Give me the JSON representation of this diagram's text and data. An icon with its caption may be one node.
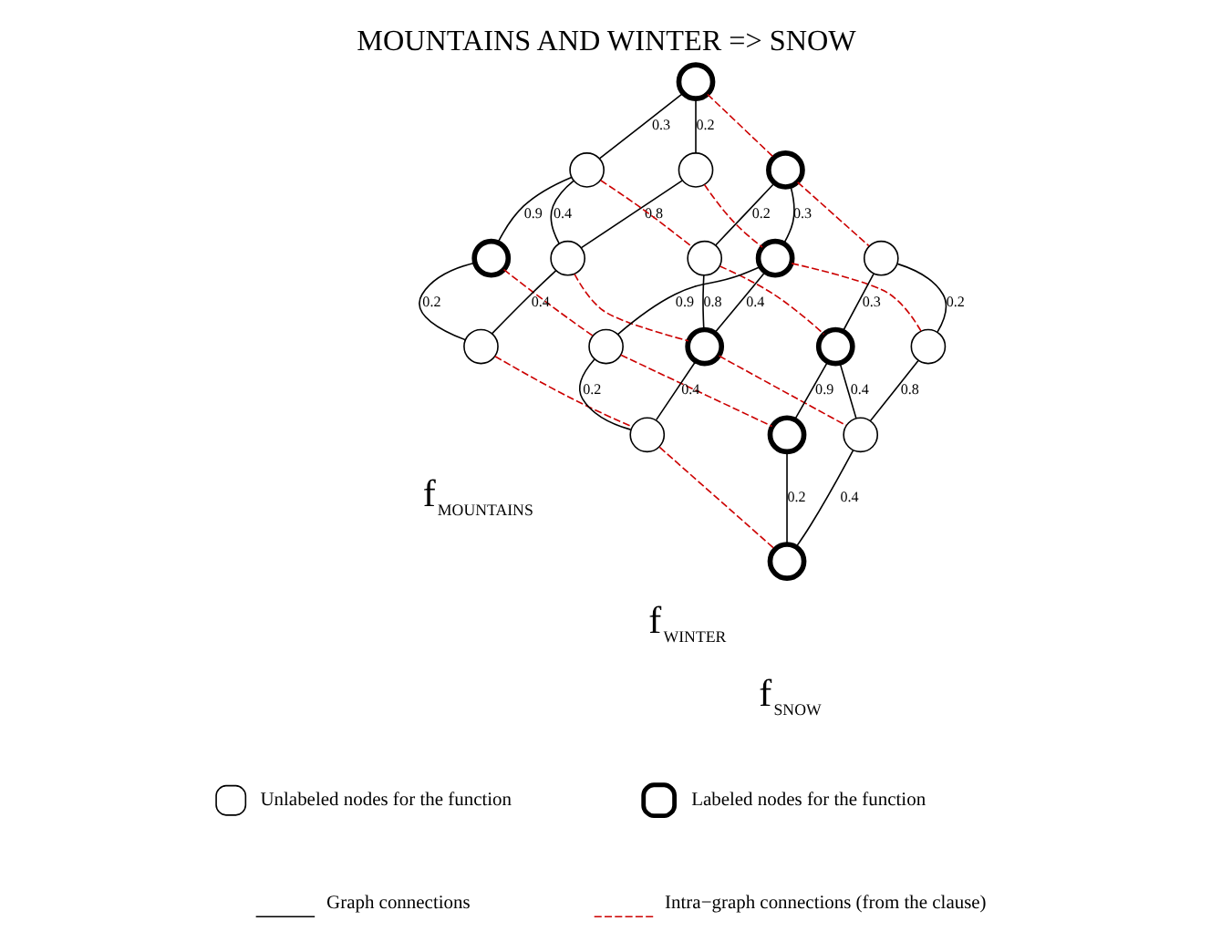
{
  "diagram": {
    "title": "MOUNTAINS AND WINTER => SNOW",
    "nodes": [
      {
        "text": [],
        "shape": "circle"
      },
      {
        "text": [],
        "shape": "circle"
      },
      {
        "text": [],
        "shape": "circle"
      },
      {
        "text": [],
        "shape": "circle"
      },
      {
        "text": [],
        "shape": "circle"
      },
      {
        "text": [],
        "shape": "circle"
      },
      {
        "text": [],
        "shape": "circle"
      },
      {
        "text": [],
        "shape": "circle"
      },
      {
        "text": [],
        "shape": "circle"
      },
      {
        "text": [],
        "shape": "circle"
      },
      {
        "text": [],
        "shape": "circle"
      },
      {
        "text": [],
        "shape": "circle"
      },
      {
        "text": [],
        "shape": "circle"
      },
      {
        "text": [],
        "shape": "circle"
      },
      {
        "text": [],
        "shape": "circle"
      },
      {
        "text": [],
        "shape": "circle"
      },
      {
        "text": [],
        "shape": "circle"
      },
      {
        "text": [],
        "shape": "circle"
      }
    ],
    "edges": [
      {
        "from": 0,
        "to": 1,
        "arrow": "none",
        "label": "0.2"
      },
      {
        "from": 0,
        "to": 2,
        "arrow": "none",
        "label": "0.3"
      },
      {
        "from": 1,
        "to": 4,
        "arrow": "none",
        "label": "0.8"
      },
      {
        "from": 2,
        "to": 4,
        "arrow": "none",
        "label": "0.4"
      },
      {
        "from": 2,
        "to": 3,
        "arrow": "none",
        "label": "0.9"
      },
      {
        "from": 3,
        "to": 5,
        "arrow": "none",
        "label": "0.2"
      },
      {
        "from": 4,
        "to": 5,
        "arrow": "none",
        "label": "0.4"
      },
      {
        "from": 6,
        "to": 7,
        "arrow": "none",
        "label": "0.2"
      },
      {
        "from": 6,
        "to": 8,
        "arrow": "none",
        "label": "0.3"
      },
      {
        "from": 7,
        "to": 10,
        "arrow": "none",
        "label": "0.8"
      },
      {
        "from": 8,
        "to": 10,
        "arrow": "none",
        "label": "0.4"
      },
      {
        "from": 8,
        "to": 9,
        "arrow": "none",
        "label": "0.9"
      },
      {
        "from": 9,
        "to": 11,
        "arrow": "none",
        "label": "0.2"
      },
      {
        "from": 10,
        "to": 11,
        "arrow": "none",
        "label": "0.4"
      },
      {
        "from": 12,
        "to": 13,
        "arrow": "none",
        "label": "0.2"
      },
      {
        "from": 12,
        "to": 14,
        "arrow": "none",
        "label": "0.3"
      },
      {
        "from": 13,
        "to": 16,
        "arrow": "none",
        "label": "0.8"
      },
      {
        "from": 14,
        "to": 16,
        "arrow": "none",
        "label": "0.4"
      },
      {
        "from": 14,
        "to": 15,
        "arrow": "none",
        "label": "0.9"
      },
      {
        "from": 15,
        "to": 17,
        "arrow": "none",
        "label": "0.2"
      },
      {
        "from": 16,
        "to": 17,
        "arrow": "none",
        "label": "0.4"
      },
      {
        "from": 0,
        "to": 6,
        "arrow": "none",
        "style": "dashed",
        "color": "#cc0000"
      },
      {
        "from": 1,
        "to": 8,
        "arrow": "none",
        "style": "dashed",
        "color": "#cc0000"
      },
      {
        "from": 2,
        "to": 7,
        "arrow": "none",
        "style": "dashed",
        "color": "#cc0000"
      },
      {
        "from": 3,
        "to": 9,
        "arrow": "none",
        "style": "dashed",
        "color": "#cc0000"
      },
      {
        "from": 4,
        "to": 10,
        "arrow": "none",
        "style": "dashed",
        "color": "#cc0000"
      },
      {
        "from": 5,
        "to": 11,
        "arrow": "none",
        "style": "dashed",
        "color": "#cc0000"
      },
      {
        "from": 6,
        "to": 12,
        "arrow": "none",
        "style": "dashed",
        "color": "#cc0000"
      },
      {
        "from": 7,
        "to": 14,
        "arrow": "none",
        "style": "dashed",
        "color": "#cc0000"
      },
      {
        "from": 8,
        "to": 13,
        "arrow": "none",
        "style": "dashed",
        "color": "#cc0000"
      },
      {
        "from": 9,
        "to": 15,
        "arrow": "none",
        "style": "dashed",
        "color": "#cc0000"
      },
      {
        "from": 10,
        "to": 16,
        "arrow": "none",
        "style": "dashed",
        "color": "#cc0000"
      },
      {
        "from": 11,
        "to": 17,
        "arrow": "none",
        "style": "dashed",
        "color": "#cc0000"
      }
    ],
    "labels": [
      "f$_{MOUNTAINS}$",
      "f$_{WINTER}$",
      "f$_{SNOW}$"
    ],
    "legend": [
      {
        "text": "Unlabeled nodes for the function"
      },
      {
        "text": "Labeled nodes for the function"
      },
      {
        "text": "Graph connections"
      },
      {
        "text": "Intra−graph connections (from the clause)"
      }
    ]
  }
}
